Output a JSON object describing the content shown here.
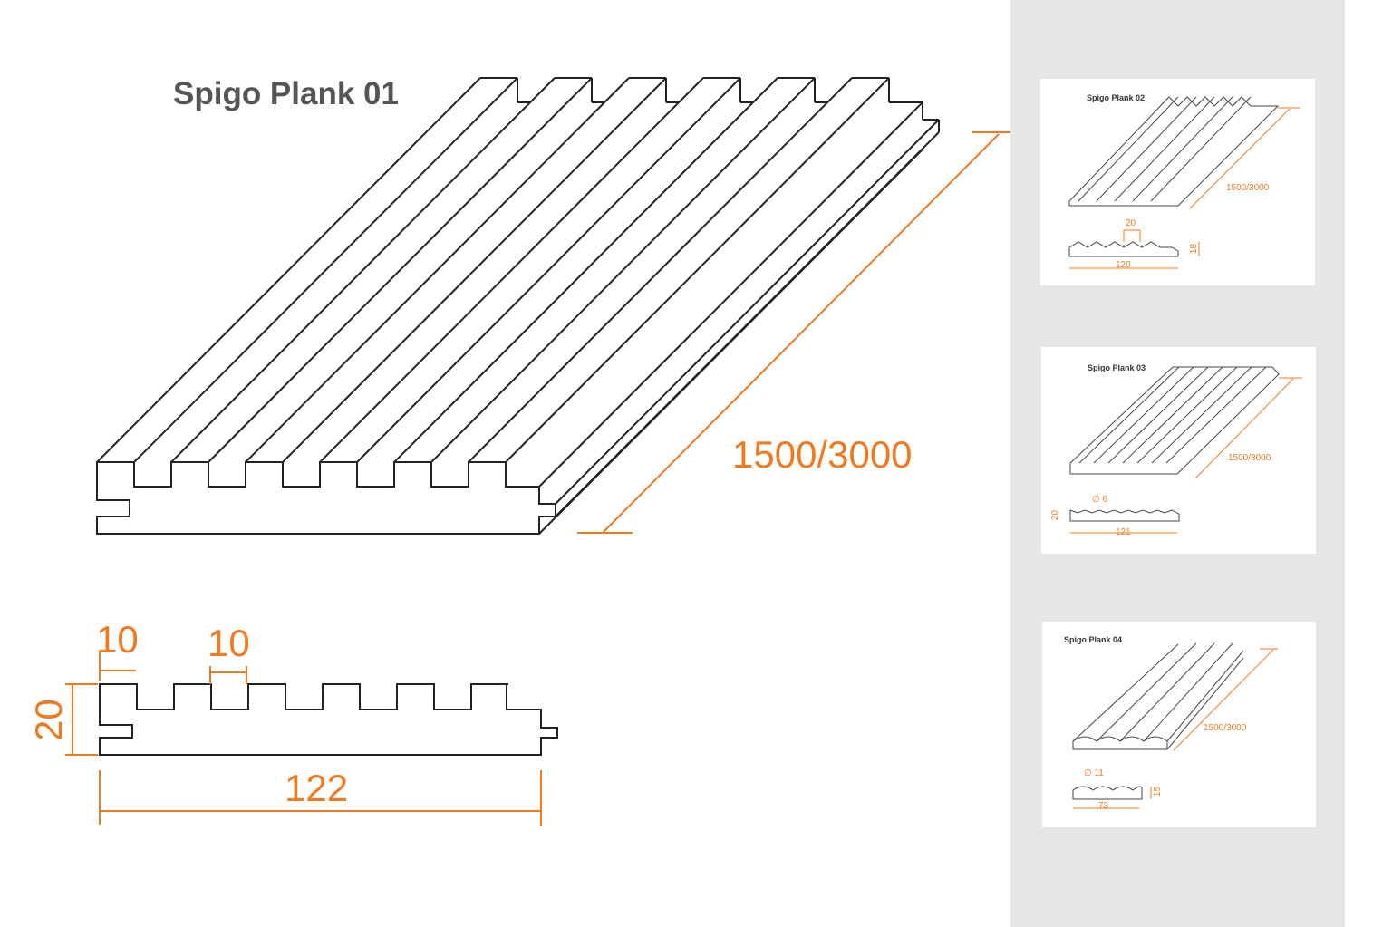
{
  "main": {
    "title": "Spigo Plank 01",
    "length_label": "1500/3000",
    "dim_rib_width": "10",
    "dim_groove_width": "10",
    "dim_height": "20",
    "dim_width": "122"
  },
  "thumbnails": [
    {
      "title": "Spigo Plank 02",
      "length": "1500/3000",
      "dim_a": "20",
      "dim_h": "18",
      "dim_w": "120"
    },
    {
      "title": "Spigo Plank 03",
      "length": "1500/3000",
      "dim_a": "∅ 6",
      "dim_h": "20",
      "dim_w": "121"
    },
    {
      "title": "Spigo Plank 04",
      "length": "1500/3000",
      "dim_a": "∅ 11",
      "dim_h": "15",
      "dim_w": "73"
    }
  ],
  "colors": {
    "line": "#222222",
    "dimension": "#f07a22",
    "panel": "#e6e6e6"
  }
}
